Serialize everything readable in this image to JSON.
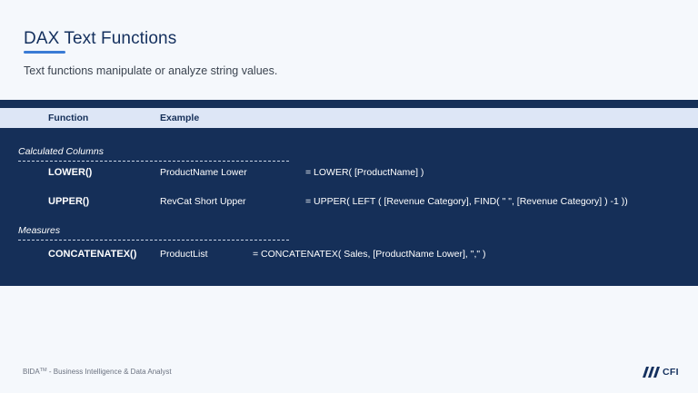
{
  "slide": {
    "title": "DAX Text Functions",
    "subtitle": "Text functions manipulate or analyze string values."
  },
  "table": {
    "headers": {
      "function": "Function",
      "example": "Example"
    },
    "sections": [
      {
        "label": "Calculated Columns",
        "rows": [
          {
            "function": "LOWER()",
            "name": "ProductName Lower",
            "formula": "= LOWER( [ProductName] )"
          },
          {
            "function": "UPPER()",
            "name": "RevCat Short Upper",
            "formula": "= UPPER( LEFT ( [Revenue Category], FIND( \" \", [Revenue Category] ) -1 ))"
          }
        ]
      },
      {
        "label": "Measures",
        "rows": [
          {
            "function": "CONCATENATEX()",
            "name": "ProductList",
            "formula": "= CONCATENATEX( Sales, [ProductName Lower], \",\" )"
          }
        ]
      }
    ]
  },
  "footer": {
    "brand": "BIDA",
    "trademark": "TM",
    "text": " - Business Intelligence & Data Analyst"
  },
  "logo": {
    "text": "CFI",
    "color": "#14305e"
  },
  "colors": {
    "background": "#f5f8fc",
    "panel": "#152f58",
    "header_row": "#dde6f6",
    "accent": "#3a7bd5"
  }
}
